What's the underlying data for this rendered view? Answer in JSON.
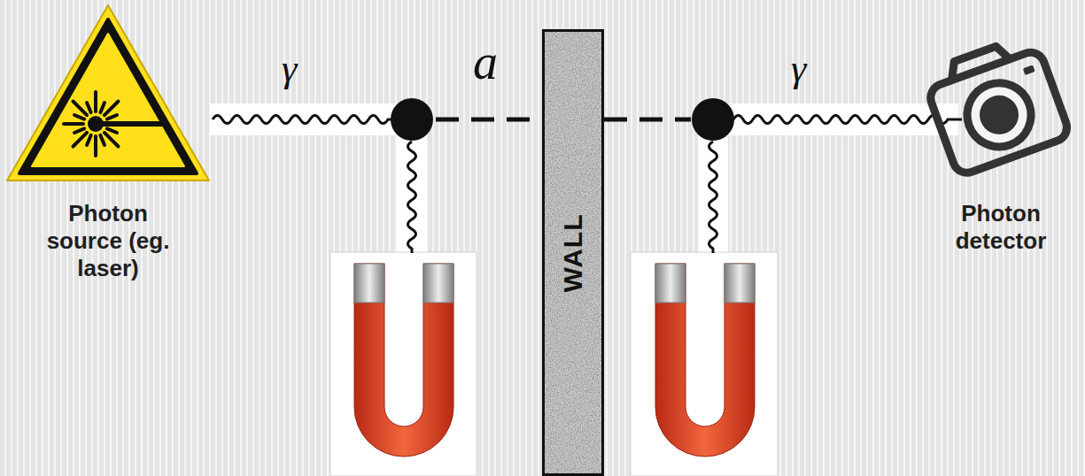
{
  "diagram": {
    "nodes": [
      {
        "text": [
          "Photon source (eg. laser)"
        ]
      },
      {
        "text": [
          "WALL"
        ]
      },
      {
        "text": [
          "Photon detector"
        ]
      }
    ],
    "labels": [
      "γ",
      "a",
      "γ"
    ]
  }
}
